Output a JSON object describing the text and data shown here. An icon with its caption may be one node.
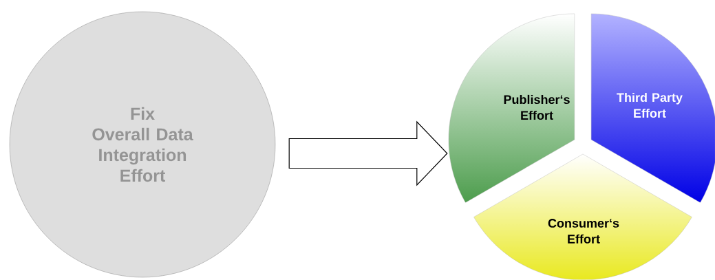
{
  "diagram": {
    "nodes": [
      {
        "text": [
          "Fix",
          "Overall Data Integration Effort"
        ]
      },
      {
        "text": [
          "Publisher‘s Effort"
        ]
      },
      {
        "text": [
          "Third Party Effort"
        ]
      },
      {
        "text": [
          "Consumer‘s Effort"
        ]
      }
    ],
    "edges": [
      {
        "from": 0,
        "to": 1,
        "arrow": "to"
      }
    ]
  }
}
